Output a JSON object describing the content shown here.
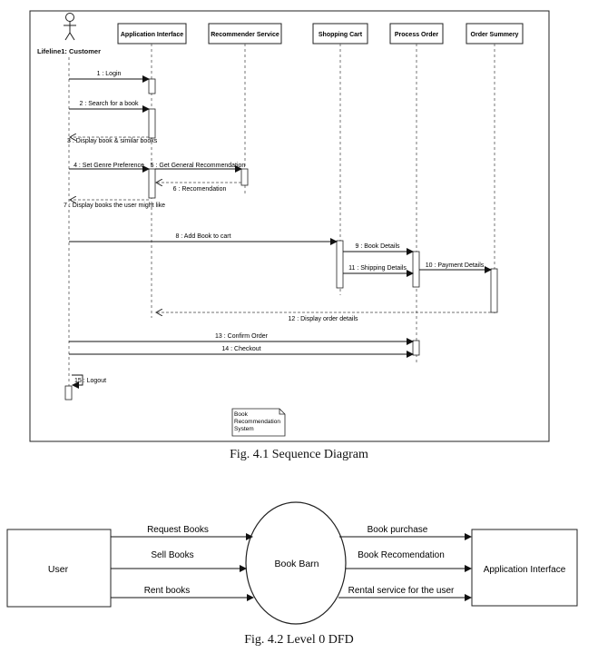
{
  "sequence_diagram": {
    "customer_label": "Lifeline1: Customer",
    "lifelines": [
      {
        "label": "Application Interface"
      },
      {
        "label": "Recommender Service"
      },
      {
        "label": "Shopping Cart"
      },
      {
        "label": "Process Order"
      },
      {
        "label": "Order Summery"
      }
    ],
    "messages": [
      {
        "label": "1 : Login"
      },
      {
        "label": "2 : Search for a book"
      },
      {
        "label": "3 : Display book & similar books"
      },
      {
        "label": "4 : Set Genre Preference"
      },
      {
        "label": "5 : Get General Recommendation"
      },
      {
        "label": "6 : Recomendation"
      },
      {
        "label": "7 : Display books the user might like"
      },
      {
        "label": "8 : Add Book to cart"
      },
      {
        "label": "9 : Book Details"
      },
      {
        "label": "10 : Payment Details"
      },
      {
        "label": "11 : Shipping Details"
      },
      {
        "label": "12 : Display order details"
      },
      {
        "label": "13 : Confirm Order"
      },
      {
        "label": "14 : Checkout"
      },
      {
        "label": "15 : Logout"
      }
    ],
    "note_lines": [
      "Book",
      "Recommendation",
      "System"
    ],
    "caption": "Fig. 4.1 Sequence Diagram"
  },
  "dfd": {
    "user_label": "User",
    "process_label": "Book Barn",
    "app_label": "Application Interface",
    "left_flows": [
      "Request Books",
      "Sell Books",
      "Rent books"
    ],
    "right_flows": [
      "Book purchase",
      "Book Recomendation",
      "Rental service for the user"
    ],
    "caption": "Fig. 4.2 Level 0 DFD"
  }
}
